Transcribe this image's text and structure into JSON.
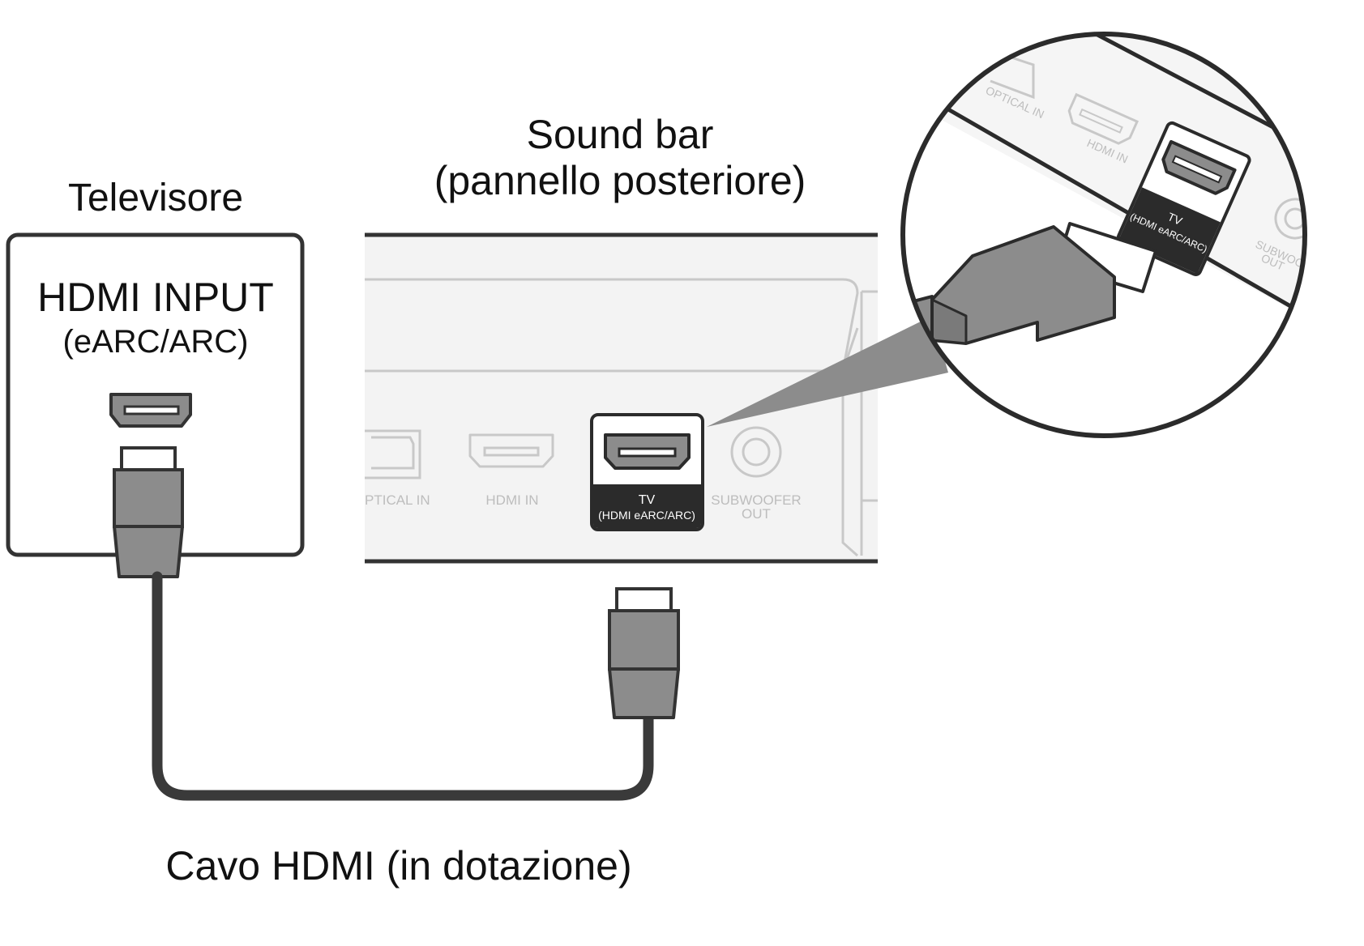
{
  "labels": {
    "tv_title": "Televisore",
    "tv_port_title": "HDMI INPUT",
    "tv_port_sub": "(eARC/ARC)",
    "soundbar_title_1": "Sound bar",
    "soundbar_title_2": "(pannello posteriore)",
    "cable_caption": "Cavo HDMI (in dotazione)"
  },
  "soundbar_ports": {
    "optical": "OPTICAL IN",
    "optical_cropped": "PTICAL IN",
    "hdmi_in": "HDMI IN",
    "tv_line1": "TV",
    "tv_line2": "(HDMI eARC/ARC)",
    "sub_line1": "SUBWOOFER",
    "sub_line2": "OUT"
  },
  "colors": {
    "outline": "#333333",
    "panel_fill": "#f3f3f3",
    "connector_gray": "#8c8c8c",
    "cable": "#3a3a3a",
    "highlight_black": "#2b2b2b",
    "faded_line": "#c8c8c8"
  }
}
